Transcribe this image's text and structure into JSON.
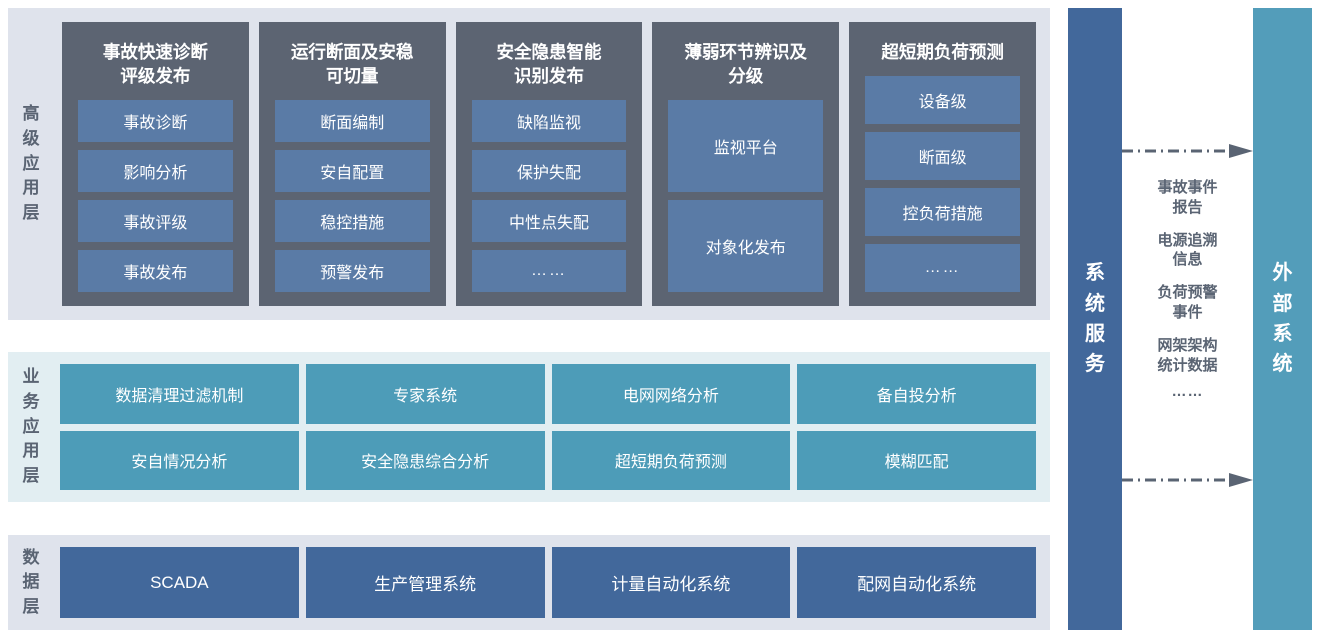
{
  "diagram": {
    "title_hidden": "",
    "colors": {
      "panel_bg_gray": "#dfe3ec",
      "panel_bg_teal": "#e2eef2",
      "advanced_col_bg": "#5c6472",
      "advanced_item_bg": "#5a7ba6",
      "business_item_bg": "#4d9cb8",
      "data_item_bg": "#42689b",
      "system_service_bg": "#42689b",
      "external_system_bg": "#539dba",
      "label_text": "#5a6473",
      "arrow": "#5a6473"
    }
  },
  "layers": [
    {
      "id": "advanced-application-layer",
      "label": "高级应用层",
      "label_chars": [
        "高",
        "级",
        "应",
        "用",
        "层"
      ],
      "columns": [
        {
          "title": "事故快速诊断\n评级发布",
          "items": [
            "事故诊断",
            "影响分析",
            "事故评级",
            "事故发布"
          ]
        },
        {
          "title": "运行断面及安稳\n可切量",
          "items": [
            "断面编制",
            "安自配置",
            "稳控措施",
            "预警发布"
          ]
        },
        {
          "title": "安全隐患智能\n识别发布",
          "items": [
            "缺陷监视",
            "保护失配",
            "中性点失配",
            "……"
          ]
        },
        {
          "title": "薄弱环节辨识及\n分级",
          "items": [
            "监视平台",
            "对象化发布"
          ]
        },
        {
          "title": "超短期负荷预测",
          "items": [
            "设备级",
            "断面级",
            "控负荷措施",
            "……"
          ]
        }
      ]
    },
    {
      "id": "business-application-layer",
      "label": "业务应用层",
      "label_chars": [
        "业",
        "务",
        "应",
        "用",
        "层"
      ],
      "rows": [
        [
          "数据清理过滤机制",
          "专家系统",
          "电网网络分析",
          "备自投分析"
        ],
        [
          "安自情况分析",
          "安全隐患综合分析",
          "超短期负荷预测",
          "模糊匹配"
        ]
      ]
    },
    {
      "id": "data-layer",
      "label": "数据层",
      "label_chars": [
        "数",
        "据",
        "层"
      ],
      "items": [
        "SCADA",
        "生产管理系统",
        "计量自动化系统",
        "配网自动化系统"
      ]
    }
  ],
  "system_service": {
    "label": "系统服务",
    "label_chars": [
      "系",
      "统",
      "服",
      "务"
    ]
  },
  "external_system": {
    "label": "外部系统",
    "label_chars": [
      "外",
      "部",
      "系",
      "统"
    ]
  },
  "flows": {
    "arrows": [
      {
        "id": "arrow-top",
        "direction": "right",
        "style": "dash-dot"
      },
      {
        "id": "arrow-bottom",
        "direction": "right",
        "style": "dash-dot"
      }
    ],
    "labels": [
      "事故事件\n报告",
      "电源追溯\n信息",
      "负荷预警\n事件",
      "网架架构\n统计数据",
      "……"
    ]
  }
}
